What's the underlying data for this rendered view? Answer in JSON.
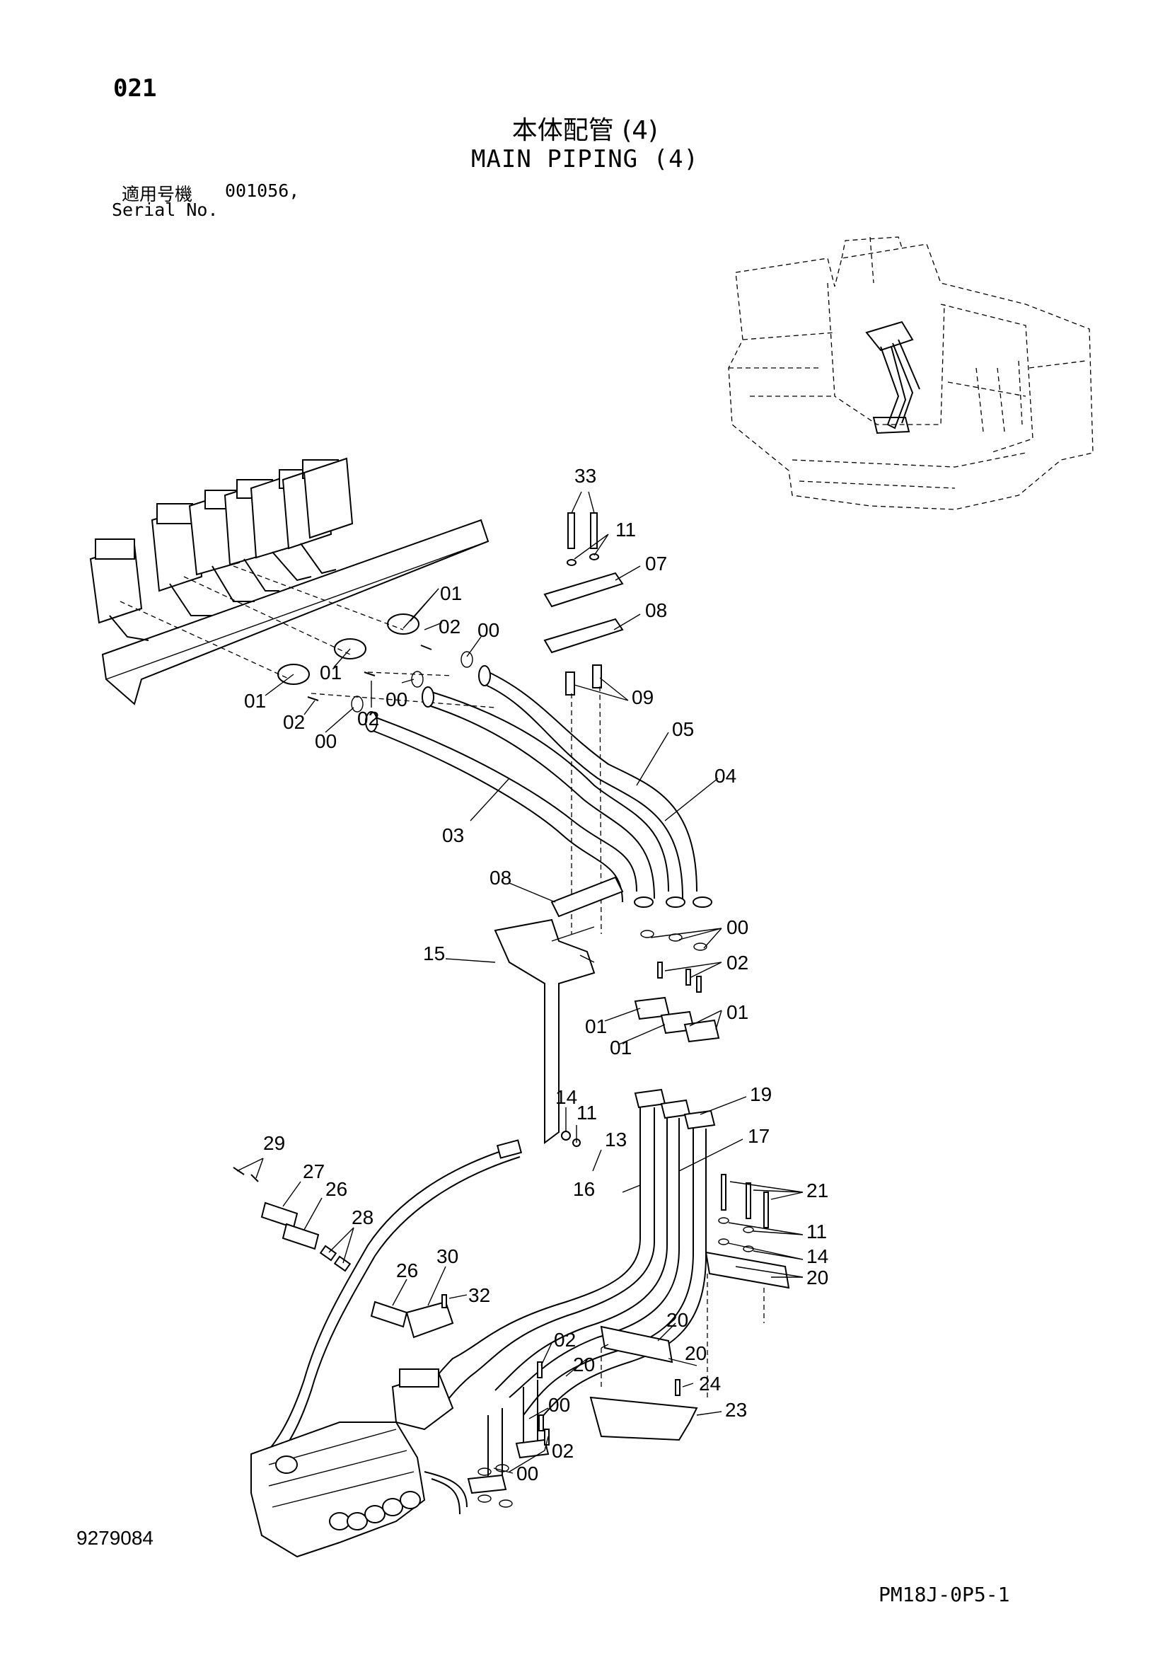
{
  "header": {
    "page_number": "021",
    "title_jp": "本体配管 (4)",
    "title_en": "MAIN PIPING (4)",
    "serial_label_jp": "適用号機",
    "serial_value": "001056,",
    "serial_label_en": "Serial No."
  },
  "footer": {
    "document_number": "9279084",
    "reference_code": "PM18J-0P5-1"
  },
  "callouts": [
    "33",
    "11",
    "07",
    "08",
    "09",
    "05",
    "04",
    "03",
    "08",
    "01",
    "02",
    "00",
    "01",
    "02",
    "00",
    "01",
    "02",
    "00",
    "15",
    "00",
    "02",
    "01",
    "01",
    "01",
    "14",
    "11",
    "13",
    "19",
    "17",
    "16",
    "21",
    "11",
    "14",
    "20",
    "29",
    "27",
    "26",
    "28",
    "26",
    "30",
    "32",
    "02",
    "20",
    "20",
    "20",
    "00",
    "02",
    "00",
    "24",
    "23"
  ]
}
